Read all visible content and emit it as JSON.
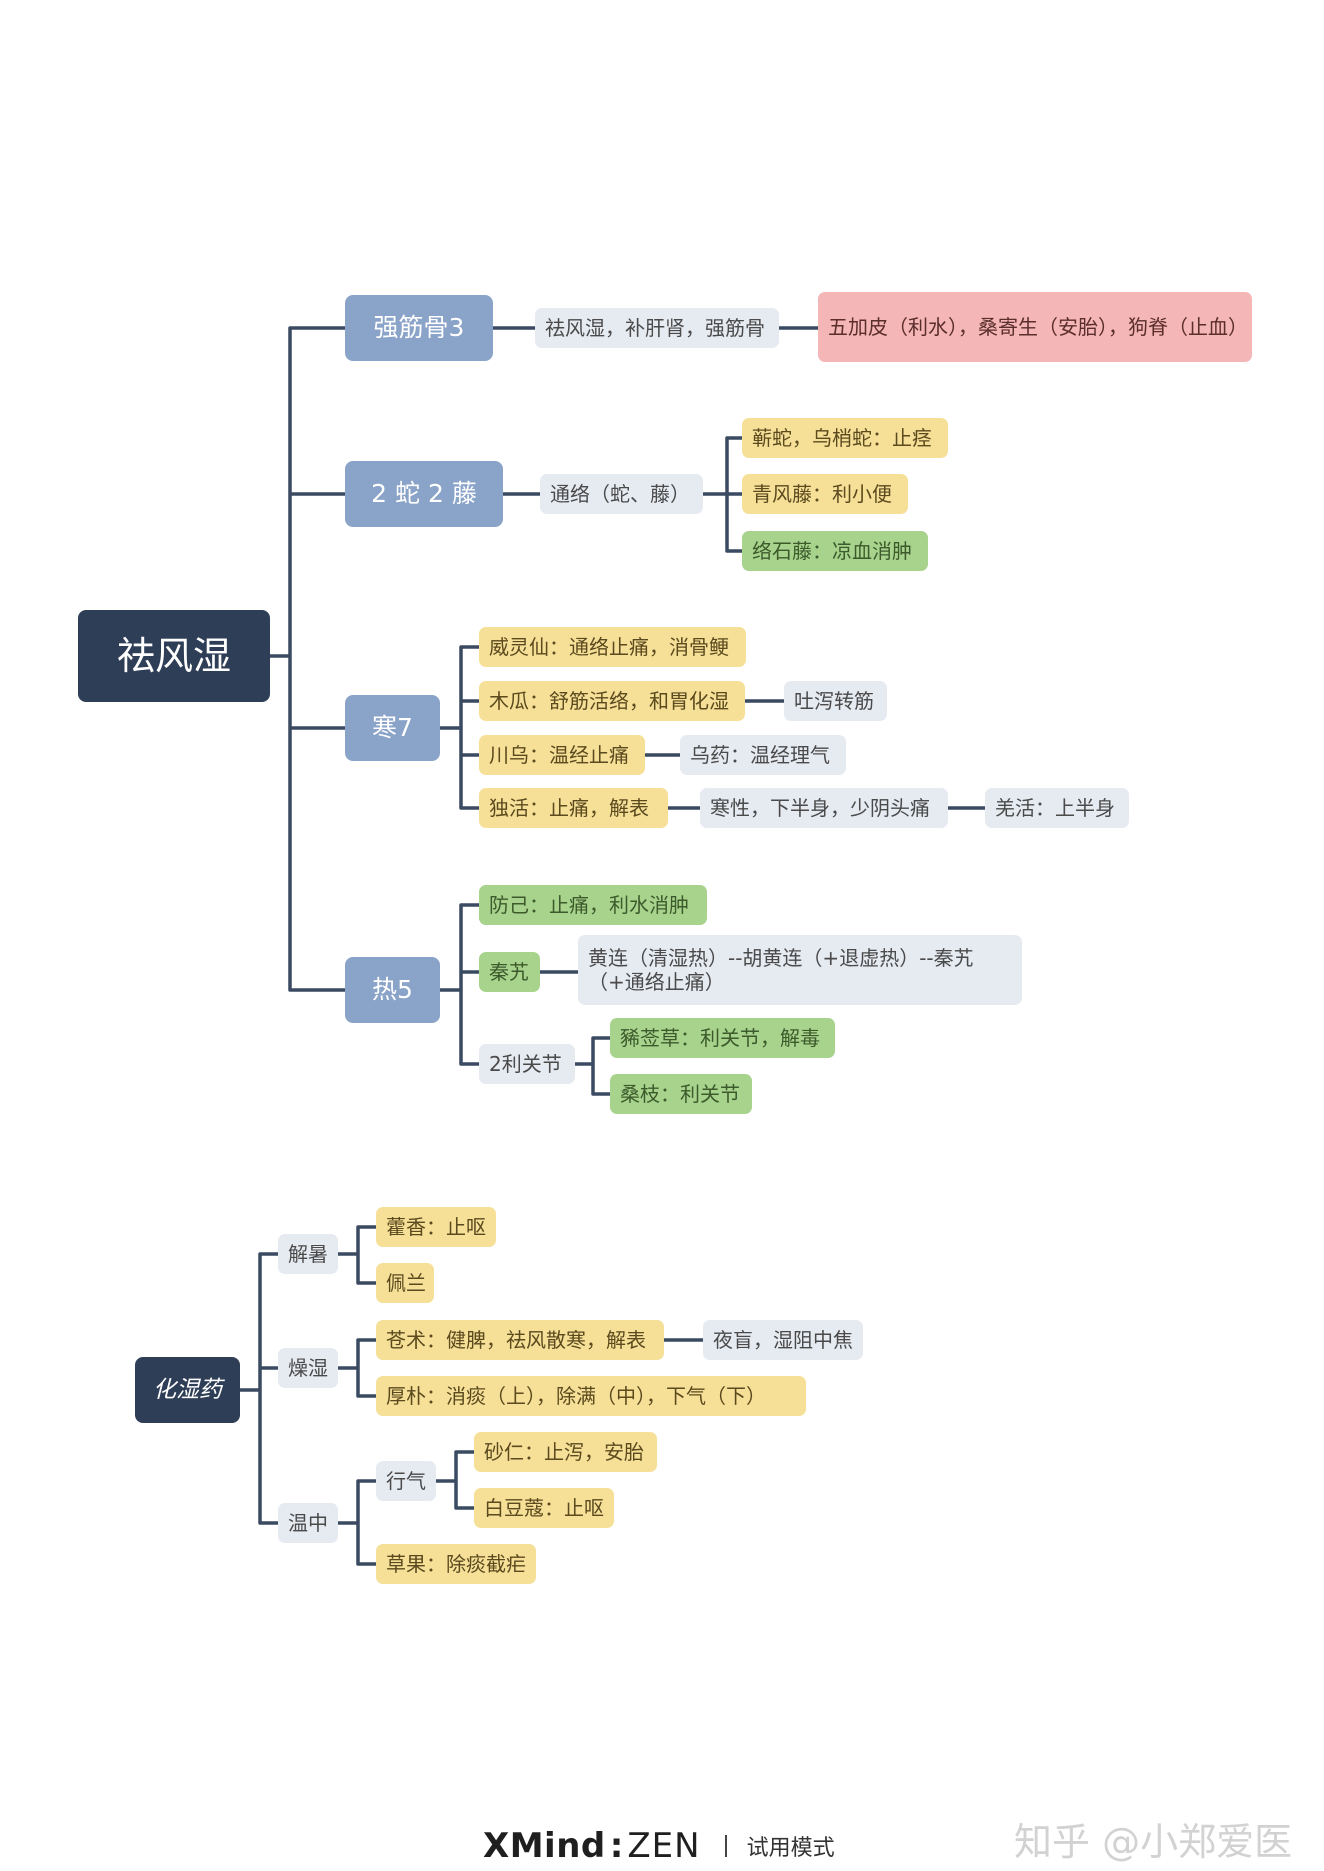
{
  "map1": {
    "root": "祛风湿",
    "b1": {
      "title": "强筋骨3",
      "desc": "祛风湿，补肝肾，强筋骨",
      "detail": "五加皮（利水），桑寄生（安胎），狗脊（止血）"
    },
    "b2": {
      "title": "2 蛇 2 藤",
      "desc": "通络（蛇、藤）",
      "items": [
        "蕲蛇，乌梢蛇：止痉",
        "青风藤：利小便",
        "络石藤：凉血消肿"
      ]
    },
    "b3": {
      "title": "寒7",
      "items": [
        "威灵仙：通络止痛，消骨鲠",
        "木瓜：舒筋活络，和胃化湿",
        "川乌：温经止痛",
        "独活：止痛，解表"
      ],
      "mugua_note": "吐泻转筋",
      "chuanwu_note": "乌药：温经理气",
      "duhuo_note": "寒性，下半身，少阴头痛",
      "duhuo_note2": "羌活：上半身"
    },
    "b4": {
      "title": "热5",
      "fangji": "防己：止痛，利水消肿",
      "qinjiao": "秦艽",
      "qinjiao_note": "黄连（清湿热）--胡黄连（+退虚热）--秦艽（+通络止痛）",
      "joint": "2利关节",
      "joint_items": [
        "豨莶草：利关节，解毒",
        "桑枝：利关节"
      ]
    }
  },
  "map2": {
    "root": "化湿药",
    "jieshu": {
      "title": "解暑",
      "items": [
        "藿香：止呕",
        "佩兰"
      ]
    },
    "zaoshi": {
      "title": "燥湿",
      "cangzhu": "苍术：健脾，祛风散寒，解表",
      "cangzhu_note": "夜盲，湿阻中焦",
      "houpo": "厚朴：消痰（上），除满（中），下气（下）"
    },
    "wenzhong": {
      "title": "温中",
      "xingqi": "行气",
      "xingqi_items": [
        "砂仁：止泻，安胎",
        "白豆蔻：止呕"
      ],
      "caoguo": "草果：除痰截疟"
    }
  },
  "footer": {
    "brand": "XMind",
    "brand_suffix": "ZEN",
    "mode": "试用模式",
    "credit": "知乎 @小郑爱医"
  },
  "colors": {
    "root": "#2f3e57",
    "main": "#8aa3c8",
    "gray": "#e6eaf1",
    "yellow": "#f6df97",
    "green": "#a8d38c",
    "pink": "#f4b6b6",
    "line": "#3a4a60"
  }
}
